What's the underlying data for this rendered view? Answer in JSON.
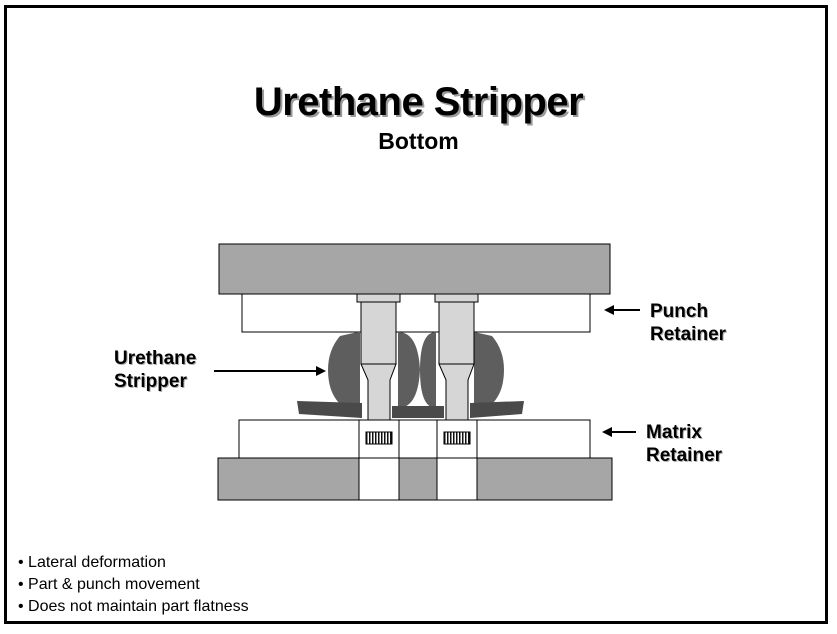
{
  "title": "Urethane Stripper",
  "subtitle": "Bottom",
  "labels": {
    "punch_retainer": [
      "Punch",
      "Retainer"
    ],
    "urethane_stripper": [
      "Urethane",
      "Stripper"
    ],
    "matrix_retainer": [
      "Matrix",
      "Retainer"
    ]
  },
  "bullets": [
    "Lateral deformation",
    "Part & punch movement",
    "Does not maintain part flatness"
  ],
  "colors": {
    "plate_gray": "#a6a6a6",
    "retainer_white": "#ffffff",
    "urethane_dark": "#5e5e5e",
    "punch_light": "#d6d6d6",
    "strip_dark": "#4a4a4a"
  }
}
